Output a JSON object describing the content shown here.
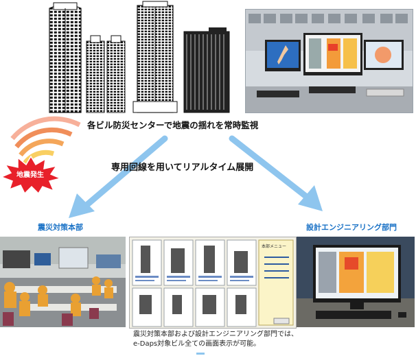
{
  "headline": "各ビル防災センターで地震の揺れを常時監視",
  "network_label": "専用回線を用いてリアルタイム展開",
  "alert_badge": "地震発生",
  "left_destination": "震災対策本部",
  "right_destination": "設計エンジニアリング部門",
  "note_line1": "震災対策本部および設計エンジニアリング部門では、",
  "note_line2": "e-Daps対象ビル全ての画面表示が可能。",
  "display_panel_title": "本部メニュー",
  "colors": {
    "accent_blue": "#1a72c6",
    "arrow_blue": "#8ec5ee",
    "alert_red": "#e8202a",
    "wave_orange": "#f07f3c"
  }
}
